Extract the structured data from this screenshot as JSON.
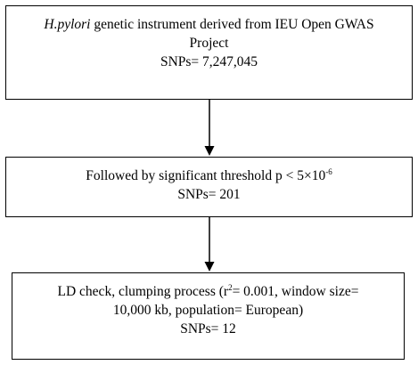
{
  "boxes": [
    {
      "line1_italic": "H.pylori",
      "line1_rest": " genetic instrument derived from IEU Open GWAS",
      "line2": "Project",
      "line3": "SNPs= 7,247,045"
    },
    {
      "line1_pre": "Followed by significant threshold p < 5×10",
      "line1_sup": "-6",
      "line2": "SNPs= 201"
    },
    {
      "line1_pre": "LD check, clumping process (r",
      "line1_sup": "2",
      "line1_post": "= 0.001, window size=",
      "line2": "10,000 kb, population= European)",
      "line3": "SNPs= 12"
    }
  ],
  "colors": {
    "stroke": "#000000",
    "background": "#ffffff"
  }
}
